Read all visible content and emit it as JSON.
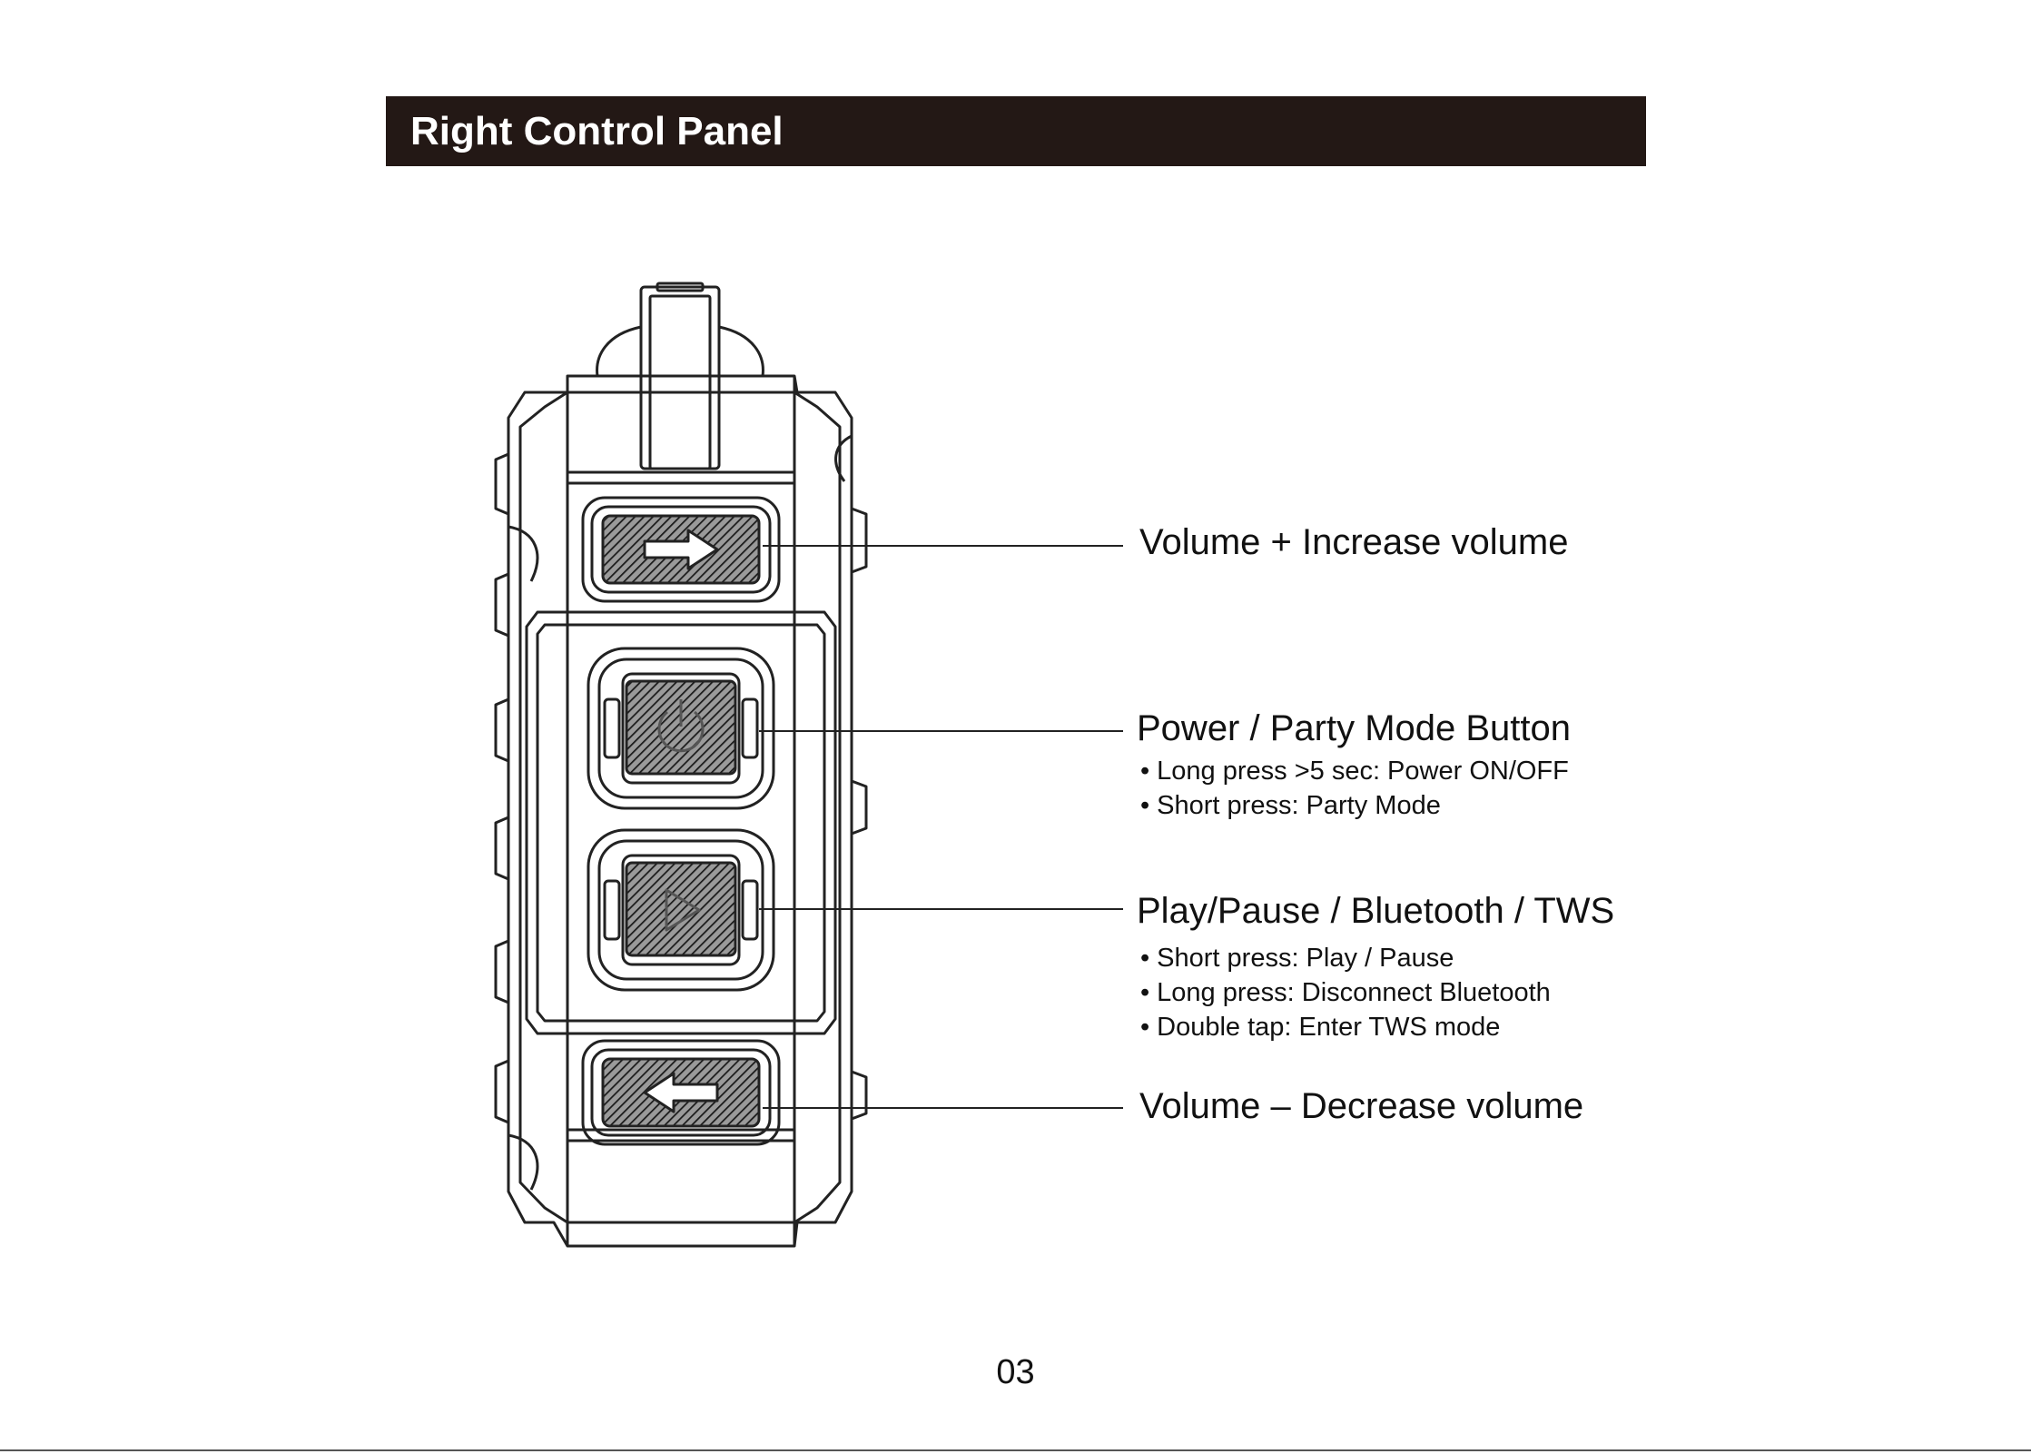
{
  "header": {
    "title": "Right Control Panel"
  },
  "callouts": [
    {
      "id": "volume-plus",
      "title": "Volume + Increase volume",
      "bullets": []
    },
    {
      "id": "power",
      "title": "Power / Party Mode Button",
      "bullets": [
        "Long press >5 sec: Power ON/OFF",
        "Short press: Party Mode"
      ]
    },
    {
      "id": "play",
      "title": "Play/Pause / Bluetooth / TWS",
      "bullets": [
        "Short press: Play / Pause",
        "Long press: Disconnect Bluetooth",
        "Double tap: Enter TWS mode"
      ]
    },
    {
      "id": "volume-minus",
      "title": "Volume – Decrease volume",
      "bullets": []
    }
  ],
  "page_number": "03",
  "colors": {
    "header_bg": "#231815",
    "header_text": "#ffffff",
    "line": "#222222"
  },
  "icons": [
    "arrow-right-icon",
    "power-icon",
    "play-icon",
    "arrow-left-icon"
  ]
}
